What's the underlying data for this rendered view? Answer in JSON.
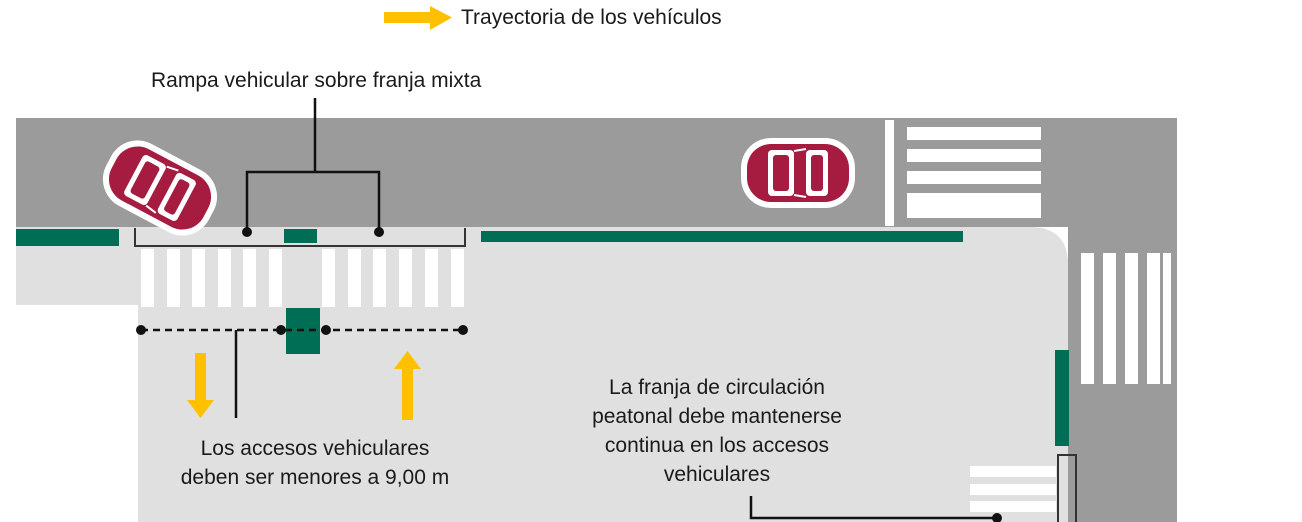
{
  "legend": {
    "arrow_label": "Trayectoria de los vehículos",
    "arrow_icon": "yellow-arrow-right-icon"
  },
  "labels": {
    "ramp": "Rampa vehicular sobre franja mixta",
    "access_line1": "Los accesos vehiculares",
    "access_line2": "deben ser menores a 9,00 m",
    "pedestrian_line1": "La franja de circulación",
    "pedestrian_line2": "peatonal debe mantenerse",
    "pedestrian_line3": "continua en los accesos",
    "pedestrian_line4": "vehiculares"
  },
  "colors": {
    "road": "#9b9b9b",
    "sidewalk": "#e0e0e0",
    "green_strip": "#006e54",
    "car": "#a51c40",
    "arrow": "#ffc000",
    "leader_line": "#111111"
  },
  "icons": [
    "car-icon",
    "car-icon",
    "yellow-arrow-down-icon",
    "yellow-arrow-up-icon",
    "yellow-arrow-right-icon"
  ]
}
